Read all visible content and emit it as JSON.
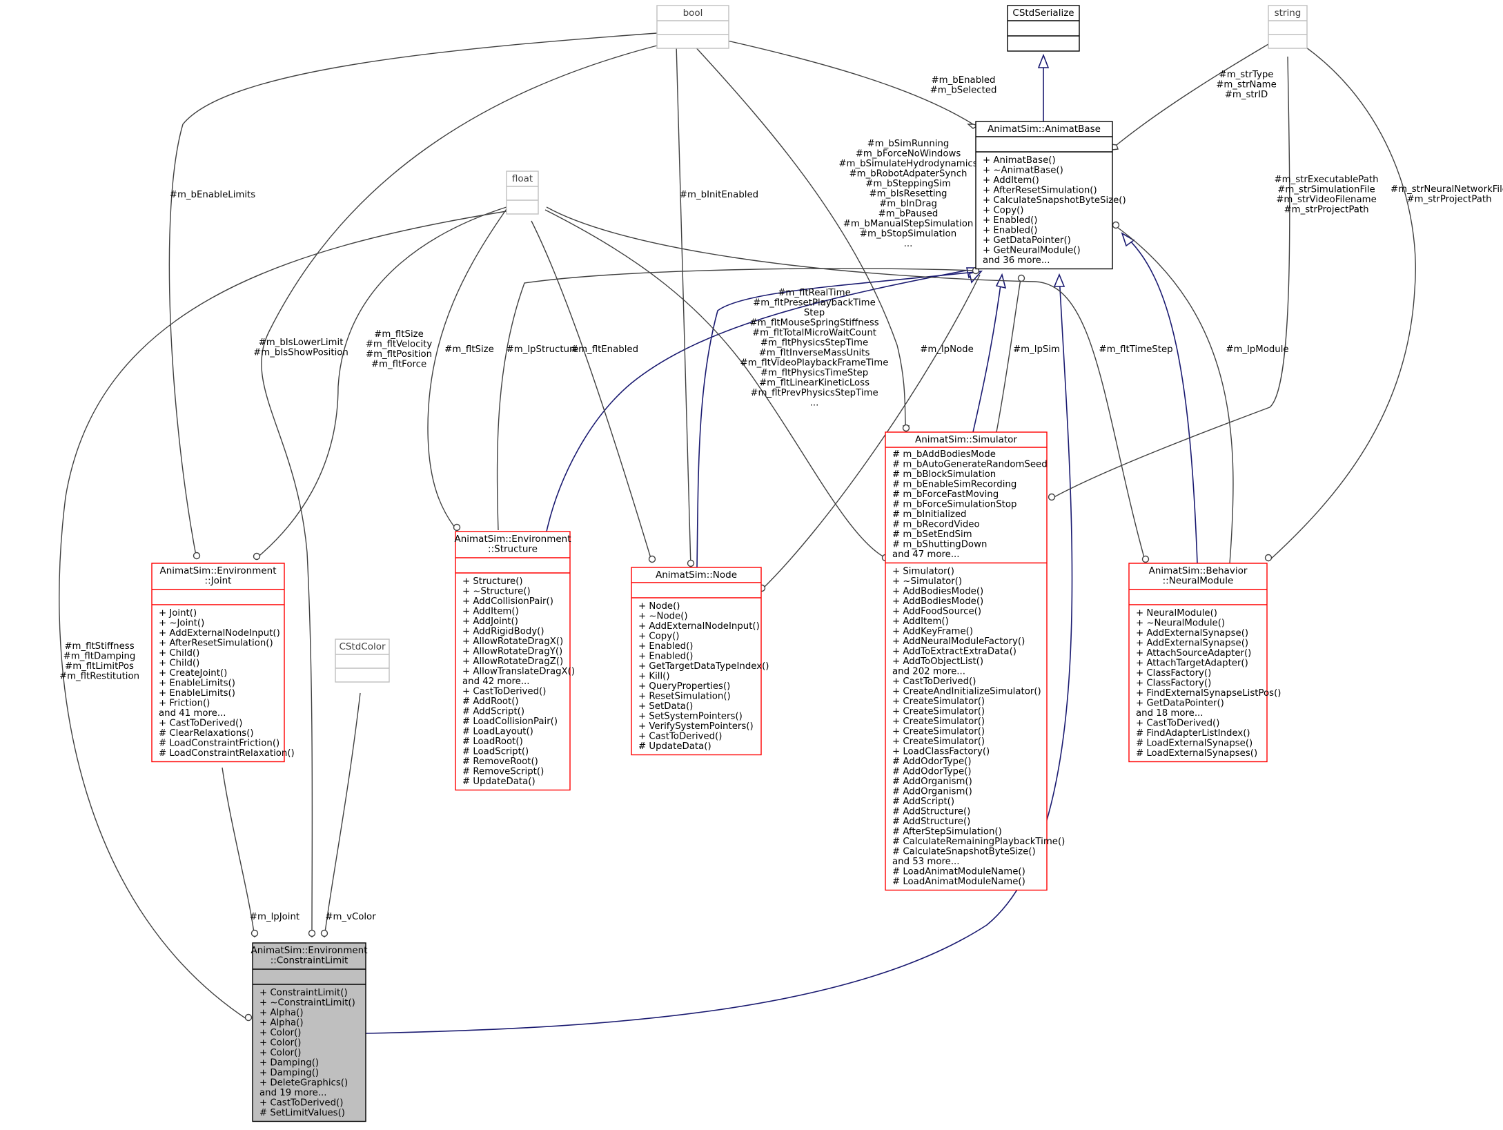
{
  "colors": {
    "background": "#ffffff",
    "edge_composition": "#404040",
    "edge_inheritance": "#191970",
    "border_normal": "#ff0000",
    "border_plain": "#000000",
    "border_builtin": "#bfbfbf",
    "focus_fill": "#bfbfbf",
    "text": "#000000",
    "builtin_text": "#404040"
  },
  "nodes": [
    {
      "id": "bool",
      "title": [
        "bool"
      ],
      "attrs": [],
      "methods": [],
      "style": "builtin"
    },
    {
      "id": "cstdserialize",
      "title": [
        "CStdSerialize"
      ],
      "attrs": [],
      "methods": [],
      "style": "plain"
    },
    {
      "id": "string",
      "title": [
        "string"
      ],
      "attrs": [],
      "methods": [],
      "style": "builtin"
    },
    {
      "id": "animatbase",
      "title": [
        "AnimatSim::AnimatBase"
      ],
      "attrs": [],
      "methods": [
        "+ AnimatBase()",
        "+ ~AnimatBase()",
        "+ AddItem()",
        "+ AfterResetSimulation()",
        "+ CalculateSnapshotByteSize()",
        "+ Copy()",
        "+ Enabled()",
        "+ Enabled()",
        "+ GetDataPointer()",
        "+ GetNeuralModule()",
        "and 36 more..."
      ],
      "style": "plain"
    },
    {
      "id": "float",
      "title": [
        "float"
      ],
      "attrs": [],
      "methods": [],
      "style": "builtin"
    },
    {
      "id": "simulator",
      "title": [
        "AnimatSim::Simulator"
      ],
      "attrs": [
        "# m_bAddBodiesMode",
        "# m_bAutoGenerateRandomSeed",
        "# m_bBlockSimulation",
        "# m_bEnableSimRecording",
        "# m_bForceFastMoving",
        "# m_bForceSimulationStop",
        "# m_bInitialized",
        "# m_bRecordVideo",
        "# m_bSetEndSim",
        "# m_bShuttingDown",
        "and 47 more..."
      ],
      "methods": [
        "+ Simulator()",
        "+ ~Simulator()",
        "+ AddBodiesMode()",
        "+ AddBodiesMode()",
        "+ AddFoodSource()",
        "+ AddItem()",
        "+ AddKeyFrame()",
        "+ AddNeuralModuleFactory()",
        "+ AddToExtractExtraData()",
        "+ AddToObjectList()",
        "and 202 more...",
        "+ CastToDerived()",
        "+ CreateAndInitializeSimulator()",
        "+ CreateSimulator()",
        "+ CreateSimulator()",
        "+ CreateSimulator()",
        "+ CreateSimulator()",
        "+ CreateSimulator()",
        "+ LoadClassFactory()",
        "# AddOdorType()",
        "# AddOdorType()",
        "# AddOrganism()",
        "# AddOrganism()",
        "# AddScript()",
        "# AddStructure()",
        "# AddStructure()",
        "# AfterStepSimulation()",
        "# CalculateRemainingPlaybackTime()",
        "# CalculateSnapshotByteSize()",
        "and 53 more...",
        "# LoadAnimatModuleName()",
        "# LoadAnimatModuleName()"
      ],
      "style": "normal"
    },
    {
      "id": "joint",
      "title": [
        "AnimatSim::Environment",
        "::Joint"
      ],
      "attrs": [],
      "methods": [
        "+ Joint()",
        "+ ~Joint()",
        "+ AddExternalNodeInput()",
        "+ AfterResetSimulation()",
        "+ Child()",
        "+ Child()",
        "+ CreateJoint()",
        "+ EnableLimits()",
        "+ EnableLimits()",
        "+ Friction()",
        "and 41 more...",
        "+ CastToDerived()",
        "# ClearRelaxations()",
        "# LoadConstraintFriction()",
        "# LoadConstraintRelaxation()"
      ],
      "style": "normal"
    },
    {
      "id": "structure",
      "title": [
        "AnimatSim::Environment",
        "::Structure"
      ],
      "attrs": [],
      "methods": [
        "+ Structure()",
        "+ ~Structure()",
        "+ AddCollisionPair()",
        "+ AddItem()",
        "+ AddJoint()",
        "+ AddRigidBody()",
        "+ AllowRotateDragX()",
        "+ AllowRotateDragY()",
        "+ AllowRotateDragZ()",
        "+ AllowTranslateDragX()",
        "and 42 more...",
        "+ CastToDerived()",
        "# AddRoot()",
        "# AddScript()",
        "# LoadCollisionPair()",
        "# LoadLayout()",
        "# LoadRoot()",
        "# LoadScript()",
        "# RemoveRoot()",
        "# RemoveScript()",
        "# UpdateData()"
      ],
      "style": "normal"
    },
    {
      "id": "node",
      "title": [
        "AnimatSim::Node"
      ],
      "attrs": [],
      "methods": [
        "+ Node()",
        "+ ~Node()",
        "+ AddExternalNodeInput()",
        "+ Copy()",
        "+ Enabled()",
        "+ Enabled()",
        "+ GetTargetDataTypeIndex()",
        "+ Kill()",
        "+ QueryProperties()",
        "+ ResetSimulation()",
        "+ SetData()",
        "+ SetSystemPointers()",
        "+ VerifySystemPointers()",
        "+ CastToDerived()",
        "# UpdateData()"
      ],
      "style": "normal"
    },
    {
      "id": "neuralmodule",
      "title": [
        "AnimatSim::Behavior",
        "::NeuralModule"
      ],
      "attrs": [],
      "methods": [
        "+ NeuralModule()",
        "+ ~NeuralModule()",
        "+ AddExternalSynapse()",
        "+ AddExternalSynapse()",
        "+ AttachSourceAdapter()",
        "+ AttachTargetAdapter()",
        "+ ClassFactory()",
        "+ ClassFactory()",
        "+ FindExternalSynapseListPos()",
        "+ GetDataPointer()",
        "and 18 more...",
        "+ CastToDerived()",
        "# FindAdapterListIndex()",
        "# LoadExternalSynapse()",
        "# LoadExternalSynapses()"
      ],
      "style": "normal"
    },
    {
      "id": "cstdcolor",
      "title": [
        "CStdColor"
      ],
      "attrs": [],
      "methods": [],
      "style": "builtin"
    },
    {
      "id": "constraintlimit",
      "title": [
        "AnimatSim::Environment",
        "::ConstraintLimit"
      ],
      "attrs": [],
      "methods": [
        "+ ConstraintLimit()",
        "+ ~ConstraintLimit()",
        "+ Alpha()",
        "+ Alpha()",
        "+ Color()",
        "+ Color()",
        "+ Color()",
        "+ Damping()",
        "+ Damping()",
        "+ DeleteGraphics()",
        "and 19 more...",
        "+ CastToDerived()",
        "# SetLimitValues()"
      ],
      "style": "focus"
    }
  ],
  "edge_labels": [
    {
      "id": "lbl-enabled",
      "lines": [
        "#m_bEnabled",
        "#m_bSelected"
      ]
    },
    {
      "id": "lbl-strtype",
      "lines": [
        "#m_strType",
        "#m_strName",
        "#m_strID"
      ]
    },
    {
      "id": "lbl-simrunning",
      "lines": [
        "#m_bSimRunning",
        "#m_bForceNoWindows",
        "#m_bSimulateHydrodynamics",
        "#m_bRobotAdpaterSynch",
        "#m_bSteppingSim",
        "#m_bIsResetting",
        "#m_bInDrag",
        "#m_bPaused",
        "#m_bManualStepSimulation",
        "#m_bStopSimulation",
        "..."
      ]
    },
    {
      "id": "lbl-enablelimits",
      "lines": [
        "#m_bEnableLimits"
      ]
    },
    {
      "id": "lbl-initenabled",
      "lines": [
        "#m_bInitEnabled"
      ]
    },
    {
      "id": "lbl-strexec",
      "lines": [
        "#m_strExecutablePath",
        "#m_strSimulationFile",
        "#m_strVideoFilename",
        "#m_strProjectPath"
      ]
    },
    {
      "id": "lbl-strneural",
      "lines": [
        "#m_strNeuralNetworkFile",
        "#m_strProjectPath"
      ]
    },
    {
      "id": "lbl-realtime",
      "lines": [
        "#m_fltRealTime",
        "#m_fltPresetPlaybackTime",
        "Step",
        "#m_fltMouseSpringStiffness",
        "#m_fltTotalMicroWaitCount",
        "#m_fltPhysicsStepTime",
        "#m_fltInverseMassUnits",
        "#m_fltVideoPlaybackFrameTime",
        "#m_fltPhysicsTimeStep",
        "#m_fltLinearKineticLoss",
        "#m_fltPrevPhysicsStepTime",
        "..."
      ]
    },
    {
      "id": "lbl-islower",
      "lines": [
        "#m_bIsLowerLimit",
        "#m_bIsShowPosition"
      ]
    },
    {
      "id": "lbl-fltsize-vel",
      "lines": [
        "#m_fltSize",
        "#m_fltVelocity",
        "#m_fltPosition",
        "#m_fltForce"
      ]
    },
    {
      "id": "lbl-fltsize",
      "lines": [
        "#m_fltSize"
      ]
    },
    {
      "id": "lbl-lpstructure",
      "lines": [
        "#m_lpStructure"
      ]
    },
    {
      "id": "lbl-fltenabled",
      "lines": [
        "#m_fltEnabled"
      ]
    },
    {
      "id": "lbl-lpnode",
      "lines": [
        "#m_lpNode"
      ]
    },
    {
      "id": "lbl-lpsim",
      "lines": [
        "#m_lpSim"
      ]
    },
    {
      "id": "lbl-flttimestep",
      "lines": [
        "#m_fltTimeStep"
      ]
    },
    {
      "id": "lbl-lpmodule",
      "lines": [
        "#m_lpModule"
      ]
    },
    {
      "id": "lbl-stiffness",
      "lines": [
        "#m_fltStiffness",
        "#m_fltDamping",
        "#m_fltLimitPos",
        "#m_fltRestitution"
      ]
    },
    {
      "id": "lbl-lpjoint",
      "lines": [
        "#m_lpJoint"
      ]
    },
    {
      "id": "lbl-vcolor",
      "lines": [
        "#m_vColor"
      ]
    }
  ]
}
